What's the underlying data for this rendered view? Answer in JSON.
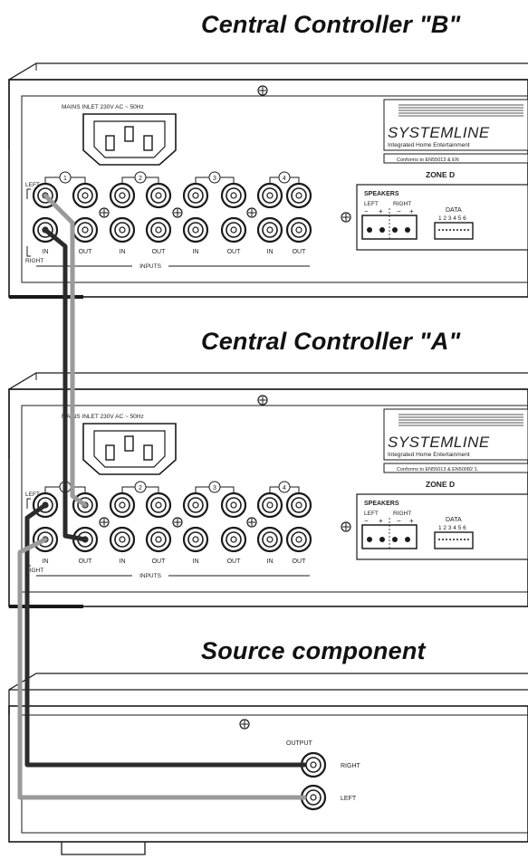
{
  "headings": {
    "controller_b": "Central Controller \"B\"",
    "controller_a": "Central Controller \"A\"",
    "source": "Source component"
  },
  "controller_b": {
    "mains_inlet": "MAINS INLET 230V AC ~ 50Hz",
    "brand": "SYSTEMLINE",
    "tagline": "Integrated Home Entertainment",
    "conformity": "Conforms to EN55013 & EN",
    "zone": "ZONE D",
    "speakers": "SPEAKERS",
    "spk_left": "LEFT",
    "spk_right": "RIGHT",
    "minus": "−",
    "plus": "+",
    "data": "DATA",
    "data_pins": "1 2 3 4 5 6",
    "left": "LEFT",
    "right": "RIGHT",
    "in": "IN",
    "out": "OUT",
    "inputs": "INPUTS",
    "input_numbers": [
      "1",
      "2",
      "3",
      "4"
    ]
  },
  "controller_a": {
    "mains_inlet": "MAINS INLET 230V AC ~ 50Hz",
    "brand": "SYSTEMLINE",
    "tagline": "Integrated Home Entertainment",
    "conformity": "Conforms to EN55013 & EN50082 1.",
    "zone": "ZONE D",
    "speakers": "SPEAKERS",
    "spk_left": "LEFT",
    "spk_right": "RIGHT",
    "minus": "−",
    "plus": "+",
    "data": "DATA",
    "data_pins": "1 2 3 4 5 6",
    "left": "LEFT",
    "right": "RIGHT",
    "in": "IN",
    "out": "OUT",
    "inputs": "INPUTS",
    "input_numbers": [
      "1",
      "2",
      "3",
      "4"
    ]
  },
  "source": {
    "output": "OUTPUT",
    "right": "RIGHT",
    "left": "LEFT"
  },
  "colors": {
    "line": "#1a1a1a",
    "cable_dark": "#2b2b2b",
    "cable_light": "#9a9a9a"
  }
}
